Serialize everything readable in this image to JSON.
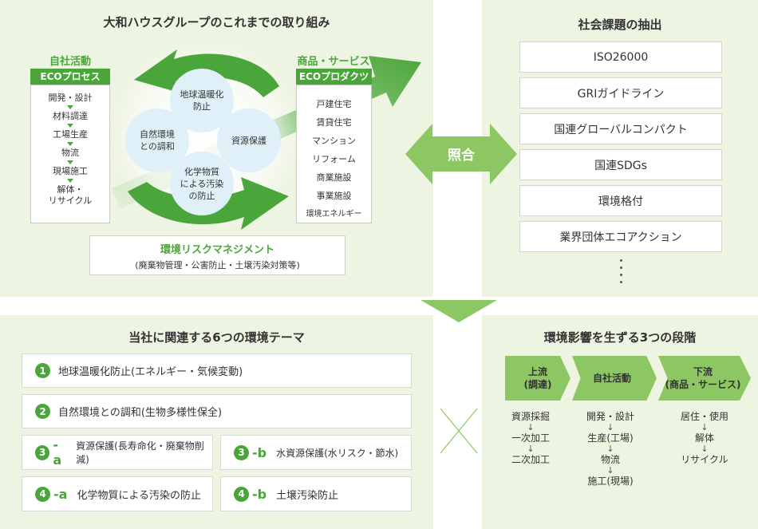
{
  "top_left": {
    "title": "大和ハウスグループのこれまでの取り組み",
    "left_label": "自社活動",
    "left_header": "ECOプロセス",
    "process_steps": [
      "開発・設計",
      "材料調達",
      "工場生産",
      "物流",
      "現場施工",
      "解体・",
      "リサイクル"
    ],
    "right_label": "商品・サービス",
    "right_header": "ECOプロダクツ",
    "products": [
      "戸建住宅",
      "賃貸住宅",
      "マンション",
      "リフォーム",
      "商業施設",
      "事業施設",
      "環境エネルギー"
    ],
    "circles": {
      "top": [
        "地球温暖化",
        "防止"
      ],
      "left": [
        "自然環境",
        "との調和"
      ],
      "right": [
        "資源保護"
      ],
      "bottom": [
        "化学物質",
        "による汚染",
        "の防止"
      ]
    },
    "risk_title": "環境リスクマネジメント",
    "risk_sub": "(廃棄物管理・公害防止・土壌汚染対策等)"
  },
  "center_label": "照合",
  "top_right": {
    "title": "社会課題の抽出",
    "items": [
      "ISO26000",
      "GRIガイドライン",
      "国連グローバルコンパクト",
      "国連SDGs",
      "環境格付",
      "業界団体エコアクション"
    ]
  },
  "bottom_left": {
    "title": "当社に関連する6つの環境テーマ",
    "themes": [
      {
        "num": "1",
        "suffix": "",
        "text": "地球温暖化防止(エネルギー・気候変動)"
      },
      {
        "num": "2",
        "suffix": "",
        "text": "自然環境との調和(生物多様性保全)"
      },
      {
        "num": "3",
        "suffix": "-a",
        "text": "資源保護(長寿命化・廃棄物削減)"
      },
      {
        "num": "3",
        "suffix": "-b",
        "text": "水資源保護(水リスク・節水)"
      },
      {
        "num": "4",
        "suffix": "-a",
        "text": "化学物質による汚染の防止"
      },
      {
        "num": "4",
        "suffix": "-b",
        "text": "土壌汚染防止"
      }
    ]
  },
  "bottom_right": {
    "title": "環境影響を生ずる3つの段階",
    "stages": [
      {
        "l1": "上流",
        "l2": "(調達)"
      },
      {
        "l1": "自社活動",
        "l2": ""
      },
      {
        "l1": "下流",
        "l2": "(商品・サービス)"
      }
    ],
    "upstream": [
      "資源採掘",
      "一次加工",
      "二次加工"
    ],
    "own": [
      "開発・設計",
      "生産(工場)",
      "物流",
      "施工(現場)"
    ],
    "downstream": [
      "居住・使用",
      "解体",
      "リサイクル"
    ],
    "arrow": "↓"
  },
  "colors": {
    "green": "#4aa63a",
    "light_green": "#8dc763",
    "panel_bg": "#eef4e2",
    "circle_bg": "#dff0f9"
  }
}
